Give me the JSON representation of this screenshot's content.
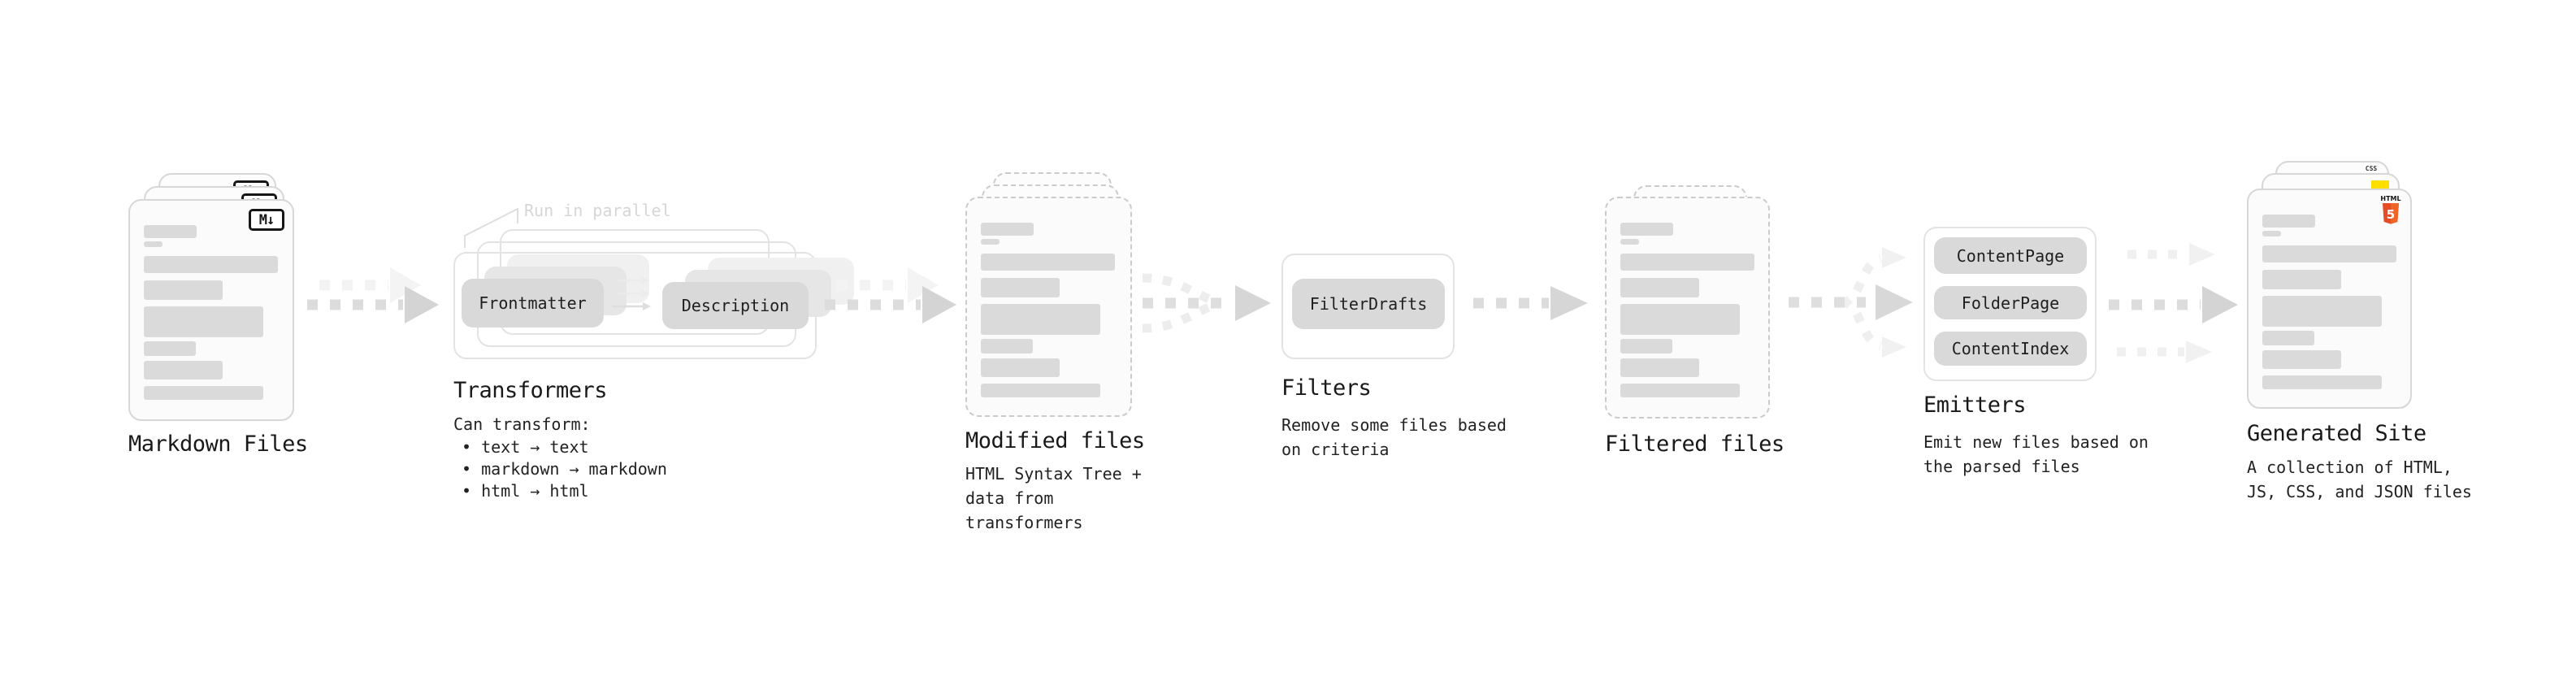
{
  "diagram": {
    "stages": [
      {
        "label": "Markdown Files"
      },
      {
        "label": "Transformers",
        "annotation": "Run in parallel",
        "from_chip": "Frontmatter",
        "to_chip": "Description",
        "description": "Can transform:",
        "bullets": [
          "• text → text",
          "• markdown → markdown",
          "• html → html"
        ]
      },
      {
        "label": "Modified files",
        "description": "HTML Syntax Tree +\ndata from transformers"
      },
      {
        "label": "Filters",
        "filter_chip": "FilterDrafts",
        "description": "Remove some files based\non criteria"
      },
      {
        "label": "Filtered files"
      },
      {
        "label": "Emitters",
        "emitters": [
          "ContentPage",
          "FolderPage",
          "ContentIndex"
        ],
        "description": "Emit new files based on\nthe parsed files"
      },
      {
        "label": "Generated Site",
        "description": "A collection of HTML,\nJS, CSS, and JSON files"
      }
    ],
    "icons": {
      "markdown": "M↓",
      "html5_label": "HTML",
      "html5_number": "5",
      "css_label": "CSS"
    },
    "colors": {
      "html5_badge_dark": "#e44d26",
      "html5_badge_light": "#f16529",
      "js_badge": "#ffdf00",
      "css_badge_bar": "#2d63ea",
      "card_border": "#d7d7d7",
      "dashed_border": "#cbcbcb",
      "placeholder_line": "#dadada",
      "arrow_main": "#d4d4d4",
      "arrow_ghost": "#f1f1f1",
      "chip_bg": "#d9d9d9"
    }
  }
}
